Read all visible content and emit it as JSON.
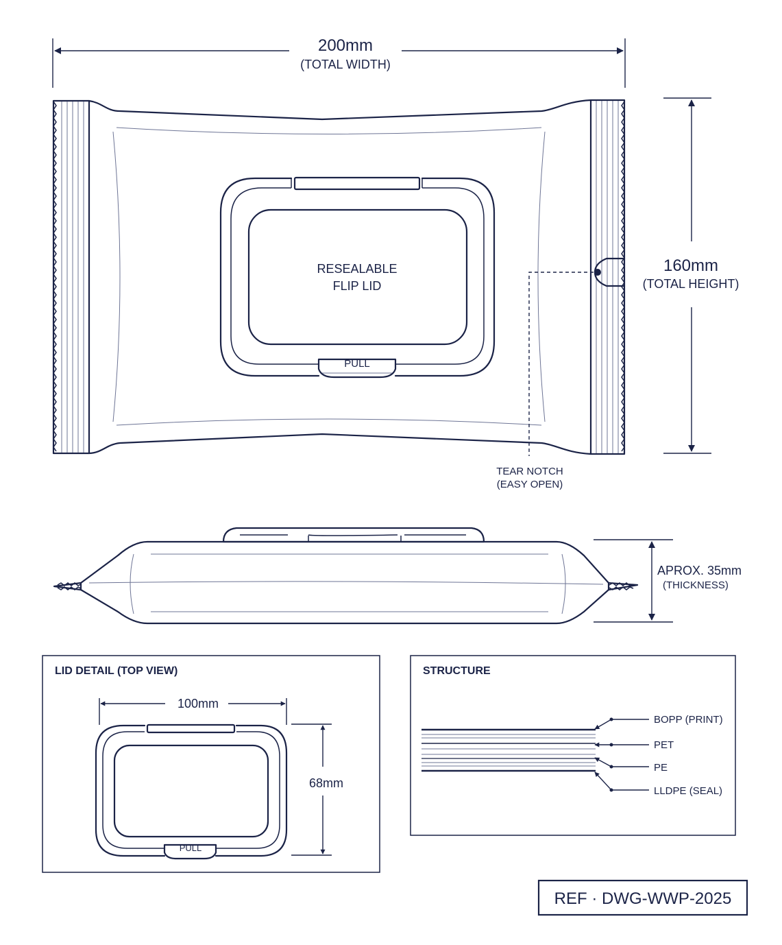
{
  "colors": {
    "ink": "#1b2347",
    "paper": "#ffffff",
    "shade": "#6d7495"
  },
  "dimensions": {
    "width_value": "200mm",
    "width_label": "(TOTAL WIDTH)",
    "height_value": "160mm",
    "height_label": "(TOTAL HEIGHT)",
    "thickness_value": "APROX. 35mm",
    "thickness_label": "(THICKNESS)"
  },
  "front_view": {
    "lid_line1": "RESEALABLE",
    "lid_line2": "FLIP LID",
    "pull_label": "PULL",
    "tear_notch_line1": "TEAR NOTCH",
    "tear_notch_line2": "(EASY OPEN)"
  },
  "lid_detail": {
    "title": "LID DETAIL (TOP VIEW)",
    "width_value": "100mm",
    "height_value": "68mm",
    "pull_label": "PULL"
  },
  "structure": {
    "title": "STRUCTURE",
    "layers": [
      "BOPP (PRINT)",
      "PET",
      "PE",
      "LLDPE (SEAL)"
    ]
  },
  "reference": "REF · DWG-WWP-2025"
}
